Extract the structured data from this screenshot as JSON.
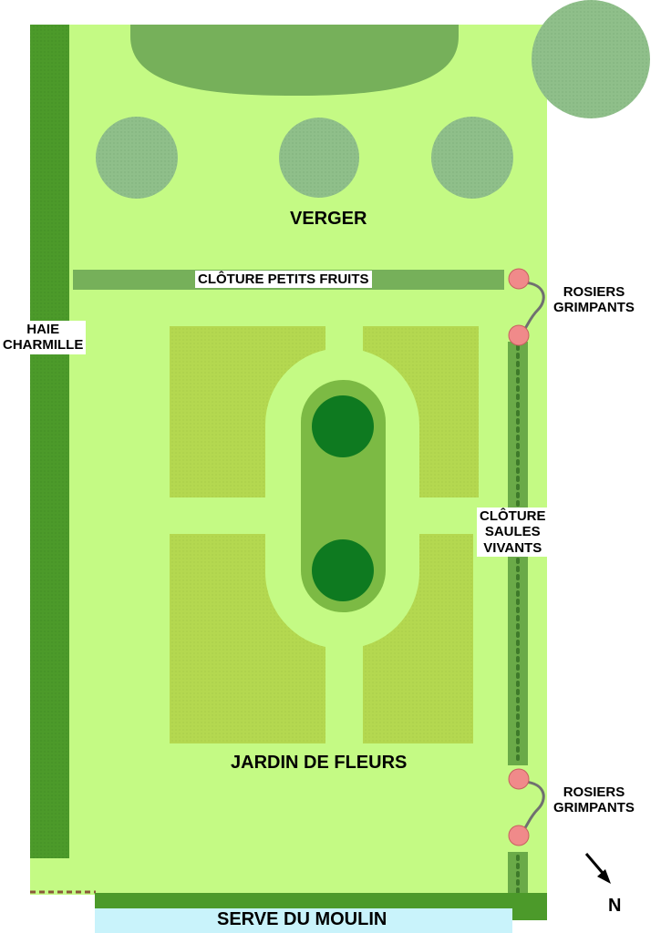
{
  "colors": {
    "lawn": "#c4fa84",
    "hedge": "#4c9a2a",
    "parterre": "#b4d850",
    "tree_canopy": "#8fbf8a",
    "orchard_grove": "#76b05a",
    "center_bed": "#7cba44",
    "topiary": "#0e7a20",
    "rose": "#f08a8a",
    "willow_fence": "#6aaa48",
    "stream": "#c9f3fb",
    "fence_dashed": "#8a5a3a"
  },
  "labels": {
    "orchard": "VERGER",
    "berry_fence": "CLÔTURE PETITS FRUITS",
    "roses_top_line1": "ROSIERS",
    "roses_top_line2": "GRIMPANTS",
    "hedge_line1": "HAIE",
    "hedge_line2": "CHARMILLE",
    "willow_line1": "CLÔTURE",
    "willow_line2": "SAULES",
    "willow_line3": "VIVANTS",
    "flower_garden": "JARDIN DE FLEURS",
    "roses_bottom_line1": "ROSIERS",
    "roses_bottom_line2": "GRIMPANTS",
    "stream": "SERVE DU MOULIN",
    "north": "N"
  },
  "icons": {
    "north_arrow": "north-arrow-icon",
    "rose": "rose-icon",
    "tree": "tree-icon"
  }
}
